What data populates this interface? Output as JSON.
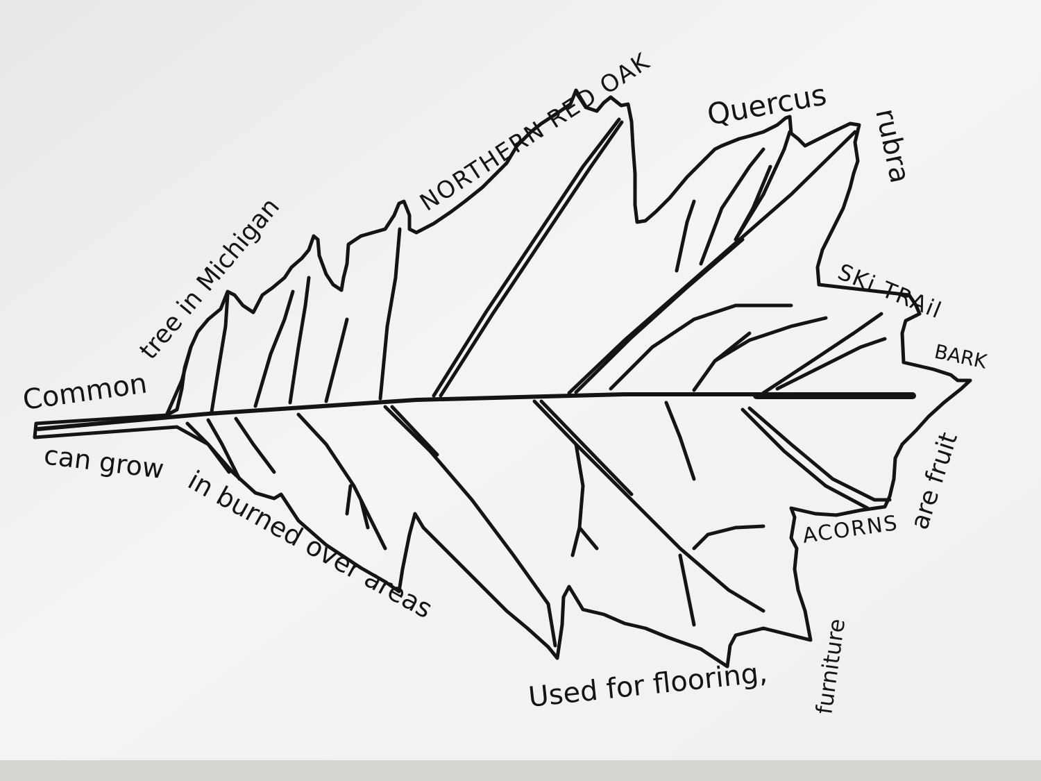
{
  "image": {
    "subject": "Hand-drawn northern red oak leaf annotated with handwritten notes",
    "colors": {
      "paper": "#f4f3f1",
      "ink": "#141414",
      "table_fabric": "#d8d6d1"
    }
  },
  "annotations": {
    "common_name": "NORTHERN RED OAK",
    "scientific_name_genus": "Quercus",
    "scientific_name_species": "rubra",
    "habitat_prefix": "Common",
    "habitat_suffix": "tree in Michigan",
    "fire_tolerance_part1": "can grow",
    "fire_tolerance_part2": "in burned over areas",
    "bark": "SKI TRAIL BARK",
    "bark_line1": "SKi TRAil",
    "bark_line2": "BARK",
    "fruit_label": "ACORNS",
    "fruit_suffix": "are fruit",
    "uses_line1": "Used for flooring,",
    "uses_line2": "furniture"
  }
}
